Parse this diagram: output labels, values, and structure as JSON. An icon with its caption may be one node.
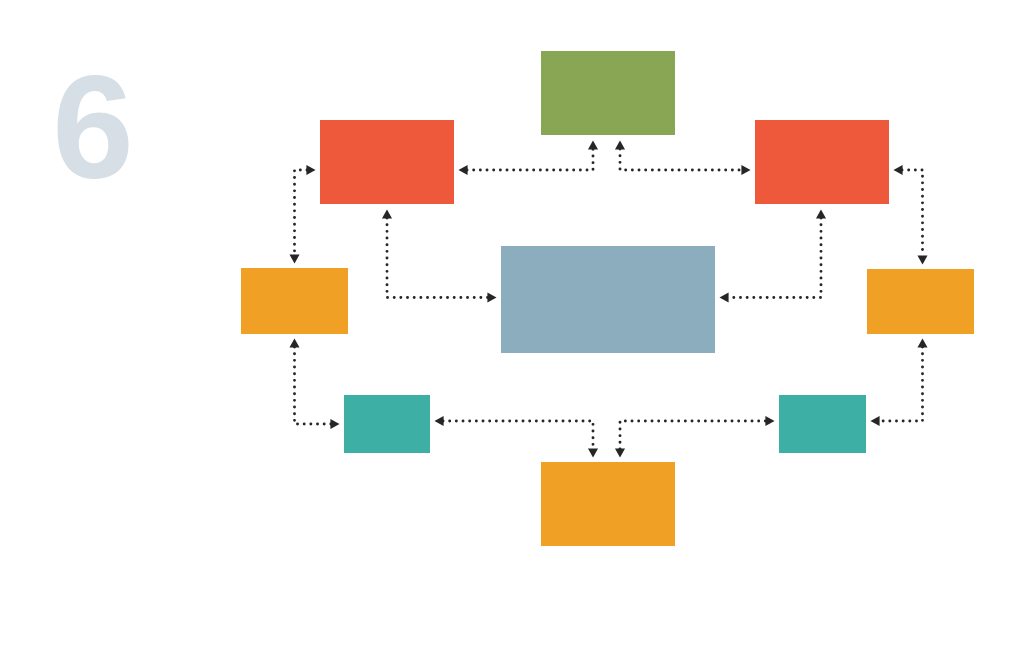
{
  "diagram": {
    "nodes": [
      {
        "text": [],
        "shape": "box"
      },
      {
        "text": [],
        "shape": "box"
      },
      {
        "text": [],
        "shape": "box"
      },
      {
        "text": [],
        "shape": "box"
      },
      {
        "text": [],
        "shape": "box"
      },
      {
        "text": [],
        "shape": "box"
      },
      {
        "text": [],
        "shape": "box"
      },
      {
        "text": [],
        "shape": "box"
      },
      {
        "text": [],
        "shape": "box"
      }
    ],
    "edges": [
      {
        "from": 1,
        "to": 0,
        "arrow": "both"
      },
      {
        "from": 0,
        "to": 2,
        "arrow": "both"
      },
      {
        "from": 1,
        "to": 3,
        "arrow": "both"
      },
      {
        "from": 1,
        "to": 4,
        "arrow": "both"
      },
      {
        "from": 2,
        "to": 4,
        "arrow": "both"
      },
      {
        "from": 2,
        "to": 5,
        "arrow": "both"
      },
      {
        "from": 3,
        "to": 6,
        "arrow": "both"
      },
      {
        "from": 6,
        "to": 8,
        "arrow": "both"
      },
      {
        "from": 8,
        "to": 7,
        "arrow": "both"
      },
      {
        "from": 5,
        "to": 7,
        "arrow": "both"
      }
    ],
    "labels": [
      "6"
    ]
  }
}
